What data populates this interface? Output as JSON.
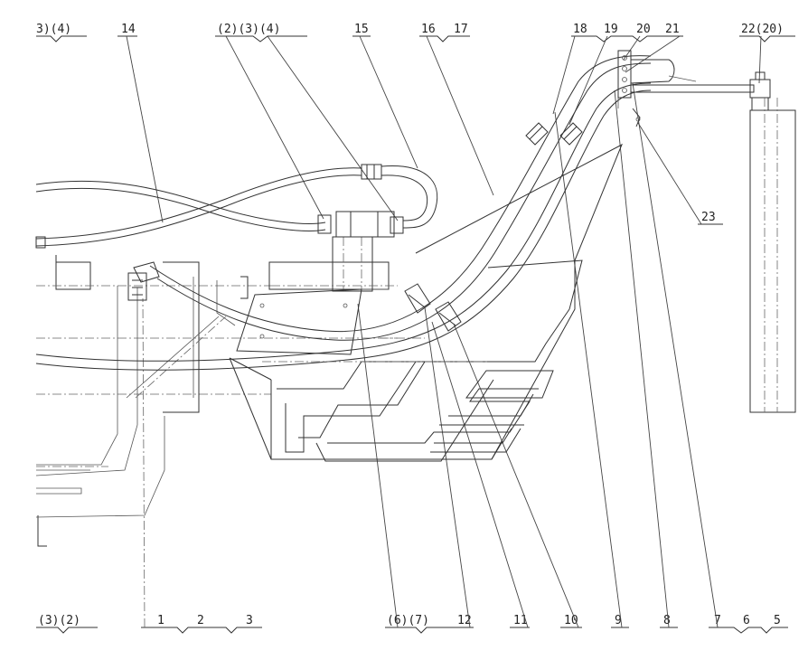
{
  "callouts": {
    "c_3_4_left": "3)(4)",
    "c_14": "14",
    "c_2_3_4": "(2)(3)(4)",
    "c_15": "15",
    "c_16": "16",
    "c_17": "17",
    "c_18": "18",
    "c_19": "19",
    "c_20": "20",
    "c_21": "21",
    "c_22_20": "22(20)",
    "c_23": "23",
    "c_3_2": "(3)(2)",
    "c_1": "1",
    "c_2": "2",
    "c_3": "3",
    "c_6_7": "(6)(7)",
    "c_12": "12",
    "c_11": "11",
    "c_10": "10",
    "c_9": "9",
    "c_8": "8",
    "c_7": "7",
    "c_6": "6",
    "c_5": "5"
  }
}
